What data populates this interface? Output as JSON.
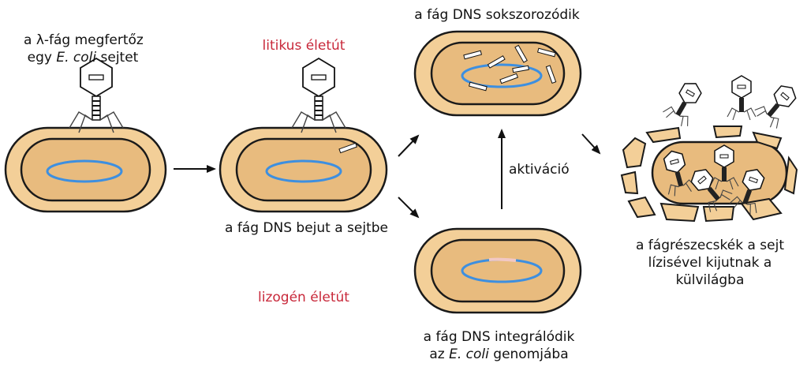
{
  "labels": {
    "infect_line1": "a λ-fág megfertőz",
    "infect_line2_pre": "egy ",
    "infect_line2_em": "E. coli",
    "infect_line2_post": " sejtet",
    "lytic_path": "litikus életút",
    "dna_enters": "a fág DNS bejut a sejtbe",
    "dna_replicates": "a fág DNS sokszorozódik",
    "activation": "aktiváció",
    "lysogenic_path": "lizogén életút",
    "integrates_line1": "a fág DNS integrálódik",
    "integrates_line2_pre": "az ",
    "integrates_line2_em": "E. coli",
    "integrates_line2_post": " genomjába",
    "release_line1": "a fágrészecskék a sejt",
    "release_line2": "lízisével kijutnak a",
    "release_line3": "külvilágba"
  },
  "colors": {
    "cell_outer": "#f3cf98",
    "cell_inner": "#e8bb7e",
    "outline": "#1a1a1a",
    "genome": "#3d8fe0",
    "integrated_segment": "#f2c8c4",
    "red_text": "#c8283a"
  },
  "icons": [
    "phage-icon",
    "arrow-icon",
    "genome-ring-icon",
    "phage-dna-fragment-icon",
    "cell-debris-icon"
  ]
}
